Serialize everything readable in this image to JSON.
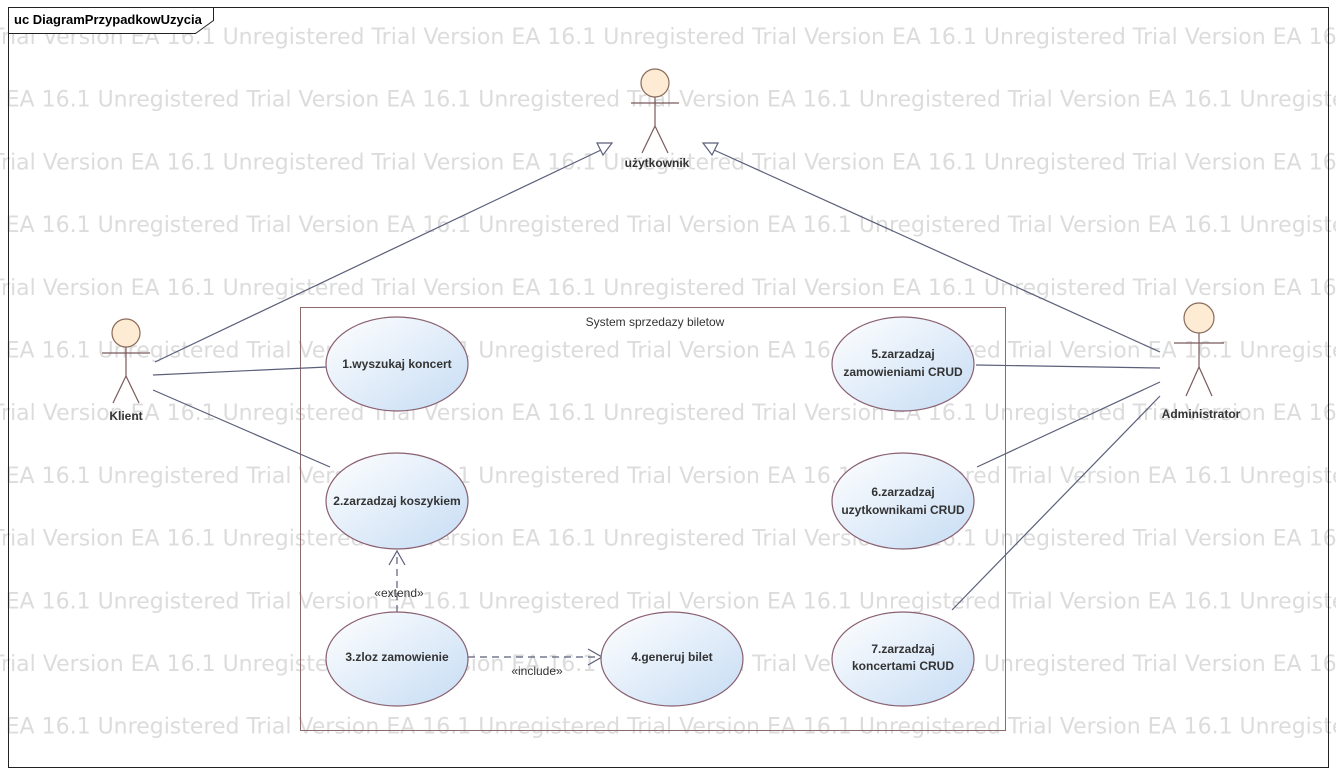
{
  "diagram": {
    "frame_title": "uc DiagramPrzypadkowUzycia",
    "watermark": "EA 16.1 Unregistered Trial Version",
    "boundary": {
      "label": "System sprzedazy biletow"
    },
    "actors": [
      {
        "id": "uzytkownik",
        "label": "użytkownik"
      },
      {
        "id": "klient",
        "label": "Klient"
      },
      {
        "id": "administrator",
        "label": "Administrator"
      }
    ],
    "use_cases": [
      {
        "id": "uc1",
        "lines": [
          "1.wyszukaj koncert"
        ]
      },
      {
        "id": "uc2",
        "lines": [
          "2.zarzadzaj koszykiem"
        ]
      },
      {
        "id": "uc3",
        "lines": [
          "3.zloz zamowienie"
        ]
      },
      {
        "id": "uc4",
        "lines": [
          "4.generuj bilet"
        ]
      },
      {
        "id": "uc5",
        "lines": [
          "5.zarzadzaj",
          "zamowieniami CRUD"
        ]
      },
      {
        "id": "uc6",
        "lines": [
          "6.zarzadzaj",
          "uzytkownikami  CRUD"
        ]
      },
      {
        "id": "uc7",
        "lines": [
          "7.zarzadzaj",
          "koncertami CRUD"
        ]
      }
    ],
    "relations": [
      {
        "type": "generalization",
        "from": "klient",
        "to": "uzytkownik"
      },
      {
        "type": "generalization",
        "from": "administrator",
        "to": "uzytkownik"
      },
      {
        "type": "association",
        "from": "klient",
        "to": "uc1"
      },
      {
        "type": "association",
        "from": "klient",
        "to": "uc2"
      },
      {
        "type": "association",
        "from": "administrator",
        "to": "uc5"
      },
      {
        "type": "association",
        "from": "administrator",
        "to": "uc6"
      },
      {
        "type": "association",
        "from": "administrator",
        "to": "uc7"
      },
      {
        "type": "extend",
        "from": "uc3",
        "to": "uc2",
        "label": "«extend»"
      },
      {
        "type": "include",
        "from": "uc3",
        "to": "uc4",
        "label": "«include»"
      }
    ],
    "colors": {
      "actor_head": "#fdebd3",
      "use_case_fill_light": "#ffffff",
      "use_case_fill_dark": "#c6dcf4",
      "connector": "#5a5f7a",
      "boundary": "#8a6a6a"
    }
  }
}
